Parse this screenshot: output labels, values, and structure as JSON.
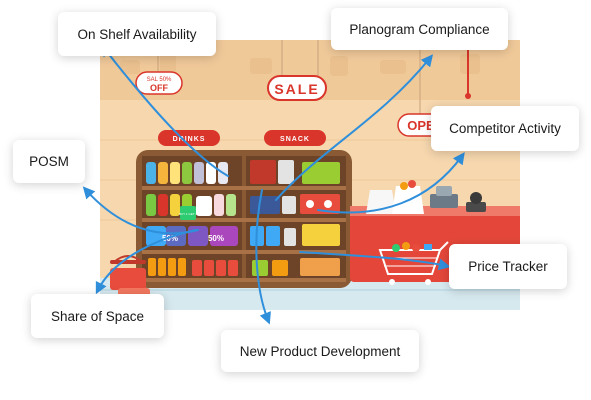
{
  "labels": {
    "on_shelf": "On Shelf Availability",
    "planogram": "Planogram Compliance",
    "posm": "POSM",
    "competitor": "Competitor Activity",
    "price_tracker": "Price Tracker",
    "share_of_space": "Share of Space",
    "npd": "New Product Development"
  },
  "scene": {
    "sign_sale": "SALE",
    "tag_sale_line1": "SAL  50%",
    "tag_sale_line2": "OFF",
    "sign_open": "OPE",
    "shelf_drinks": "DRINKS",
    "shelf_snack": "SNACK",
    "promo_50_left": "50%",
    "promo_50_right": "50%",
    "buy_get": "BUY 1 GET 1"
  },
  "colors": {
    "arrow": "#2f8fdb",
    "wall": "#f6d7ae",
    "shelf_wood": "#8a5a35",
    "sign_red": "#d9352a",
    "counter_red": "#e4473a",
    "floor": "#d6e9ef"
  }
}
